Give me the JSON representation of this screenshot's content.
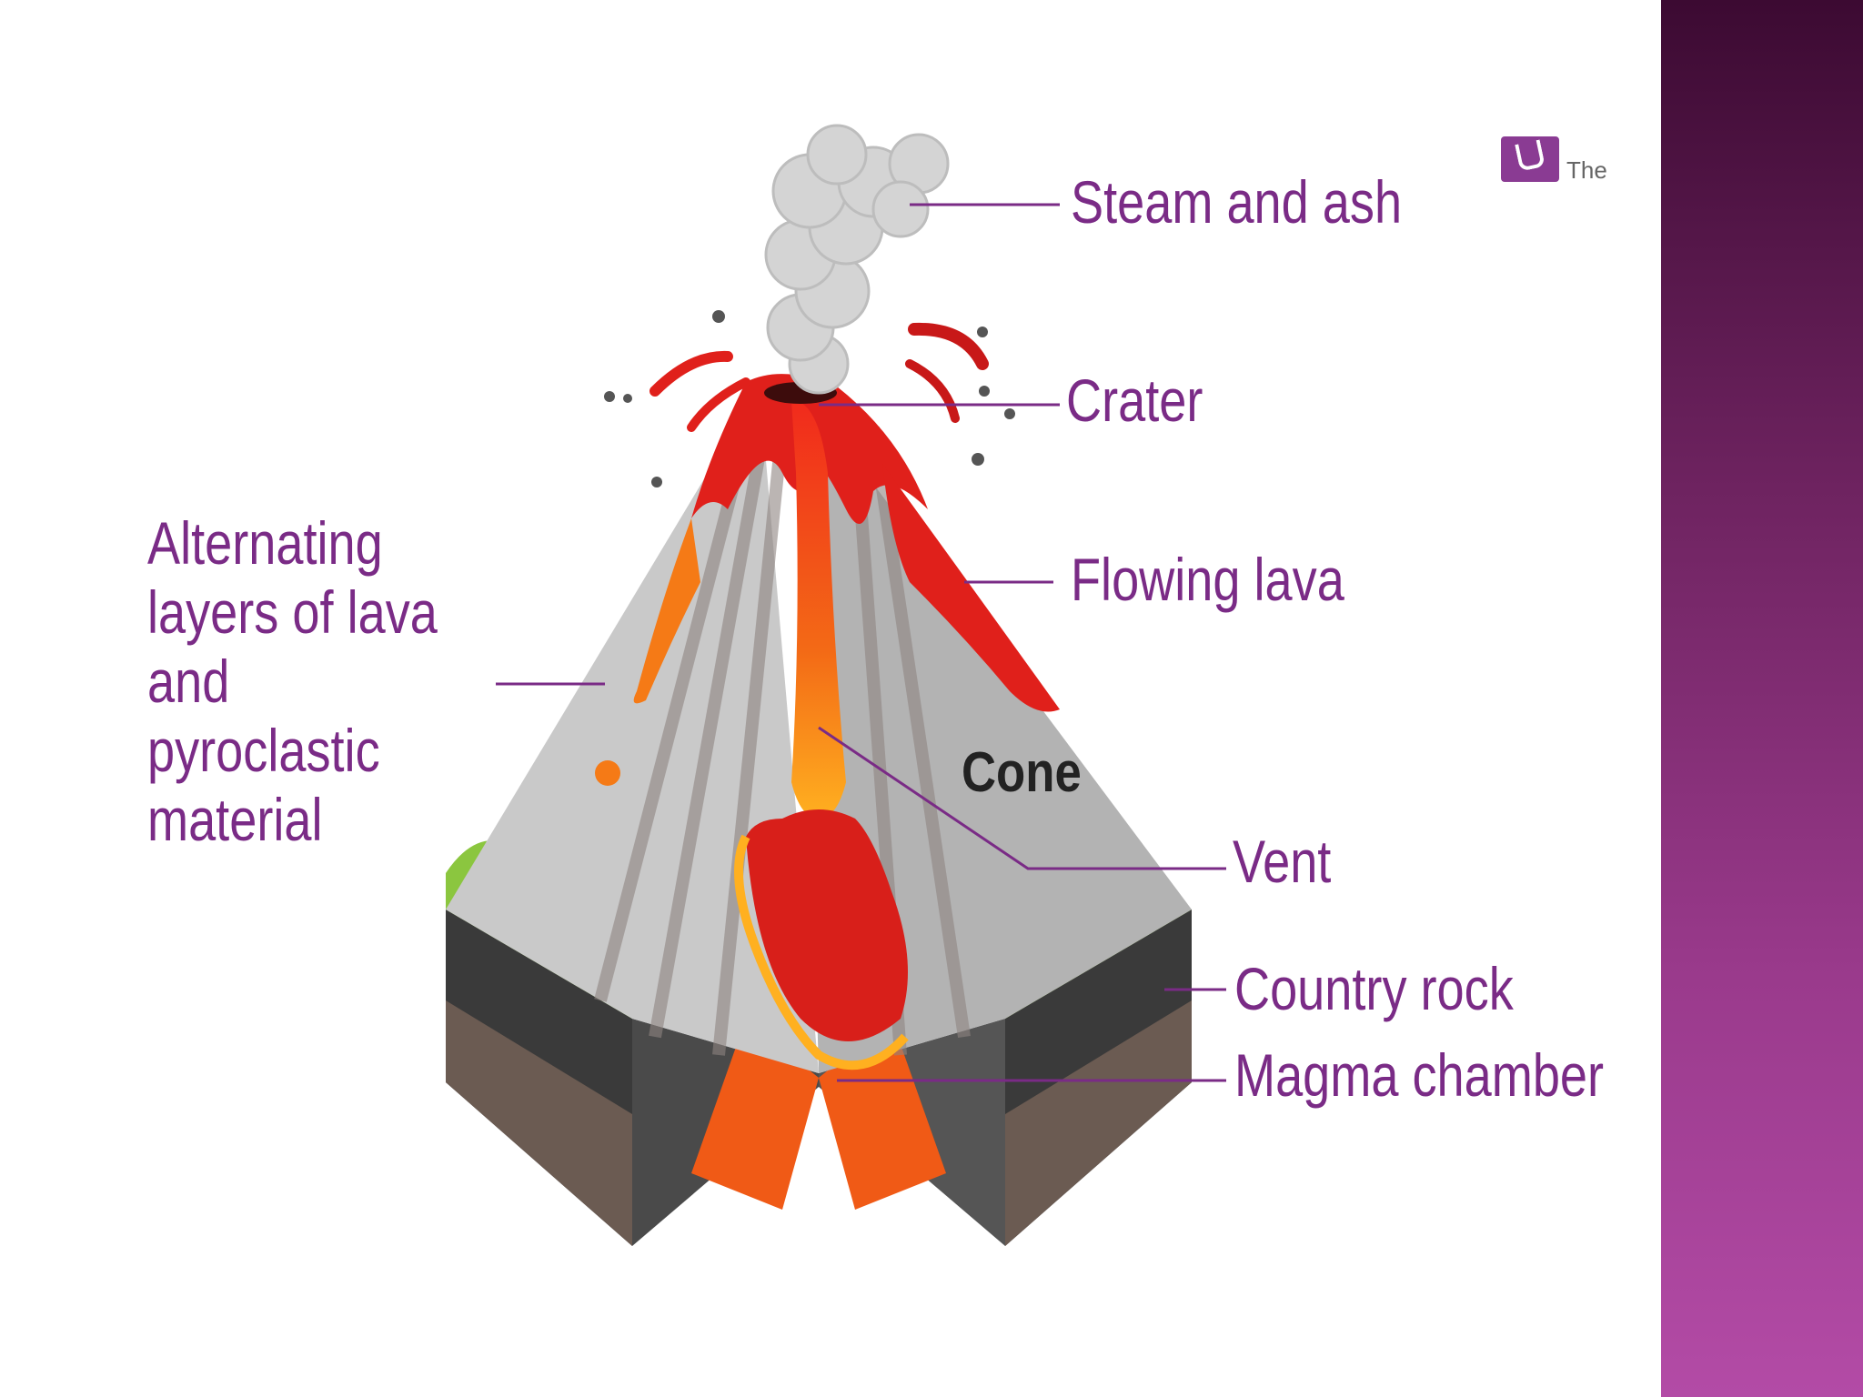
{
  "logo": {
    "text": "The",
    "icon": "cup-logo-icon"
  },
  "labels": {
    "steam_and_ash": "Steam and ash",
    "crater": "Crater",
    "flowing_lava": "Flowing lava",
    "alternating_layers": "Alternating layers of lava and pyroclastic material",
    "cone": "Cone",
    "vent": "Vent",
    "country_rock": "Country rock",
    "magma_chamber": "Magma chamber"
  },
  "colors": {
    "label": "#7a2b86",
    "leader_line": "#7a2b86",
    "lava_red": "#e0201b",
    "lava_orange": "#f57a16",
    "lava_yellow": "#ffc21f",
    "cone_grey": "#bdbdbd",
    "rock_dark": "#3a3a3a",
    "soil_brown": "#6b5b52",
    "grass_green": "#8bc63f",
    "sidebar_top": "#3c0a32",
    "sidebar_bottom": "#b34ba6"
  }
}
